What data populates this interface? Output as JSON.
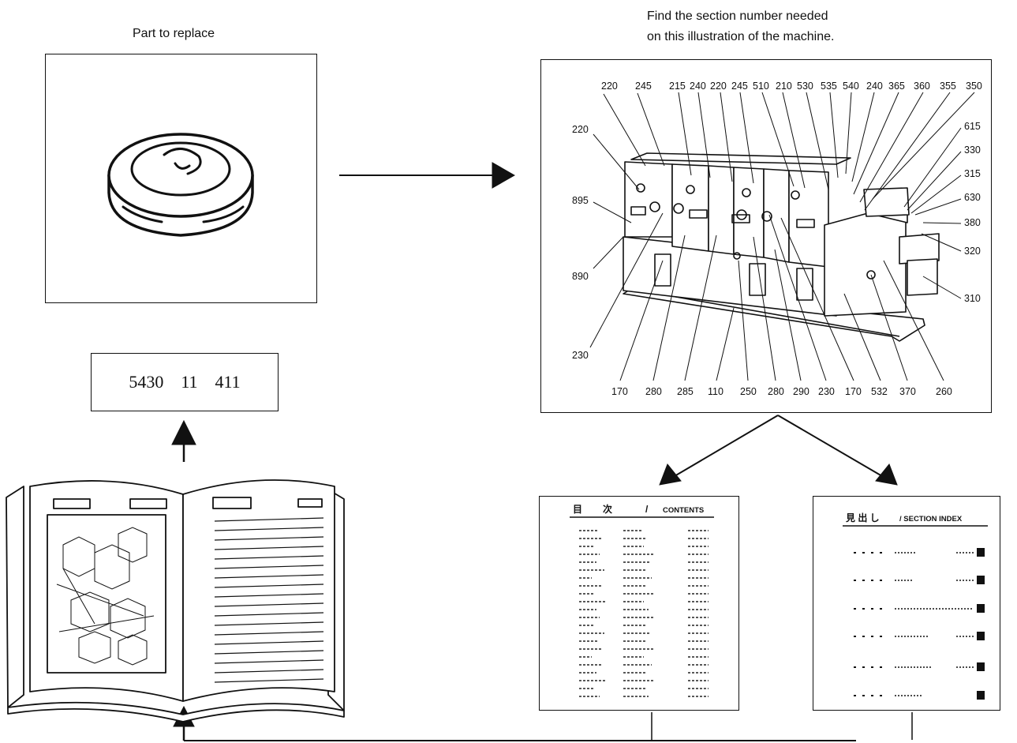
{
  "captions": {
    "part_to_replace": "Part to replace",
    "find_section_line1": "Find the section number needed",
    "find_section_line2": "on this illustration of the machine."
  },
  "part_number": [
    "5430",
    "11",
    "411"
  ],
  "callouts_top": [
    "220",
    "245",
    "215",
    "240",
    "220",
    "245",
    "510",
    "210",
    "530",
    "535",
    "540",
    "240",
    "365",
    "360",
    "355",
    "350"
  ],
  "callouts_right": [
    "615",
    "330",
    "315",
    "630",
    "380",
    "320",
    "310"
  ],
  "callouts_left": [
    "220",
    "895",
    "890",
    "230"
  ],
  "callouts_bottom": [
    "170",
    "280",
    "285",
    "110",
    "250",
    "280",
    "290",
    "230",
    "170",
    "532",
    "370",
    "260"
  ],
  "contents_page": {
    "jp_1": "目",
    "jp_2": "次",
    "slash": "/",
    "title": "CONTENTS"
  },
  "index_page": {
    "jp": "見 出 し",
    "title": "/ SECTION INDEX"
  }
}
